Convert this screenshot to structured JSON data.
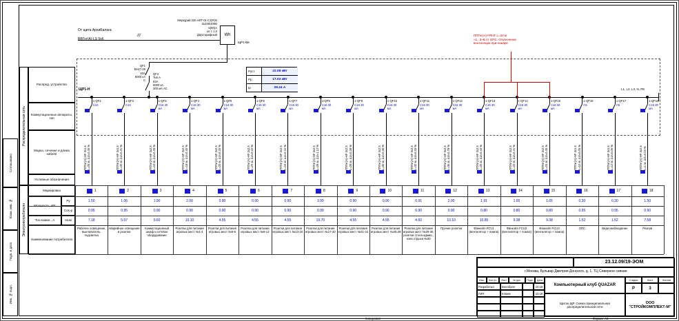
{
  "accent": {
    "blue": "#0008c8",
    "red": "#c80000",
    "mark_blue": "#1a1acc"
  },
  "incoming": {
    "source_line1": "От щита АрхиБаланс",
    "source_line2": "ВВГнг(А)-LS 5х6",
    "hatch": "///",
    "meter_label": "Меркурий 230 ART-01 CJ(R)N\n3х230/400В\n5(60)А\nкл.т. 1,0\nДвухтарифный",
    "meter_symbol": "Wh",
    "meter_tag": "ЩР1-Вв",
    "qf1_label": "QF1\nВА47-29\n63А\n6000 кА\nС",
    "qf2_label": "QF2\nТип А\n63А\n6000 кА\n300 мА АС",
    "board_tag": "ЩР1-Н",
    "bus_end_tag": "L1, L2, L3, N, PE"
  },
  "power_box": {
    "rows": [
      {
        "label": "Руст",
        "value": "22.08 кВт"
      },
      {
        "label": "Рр",
        "value": "17.02 кВт"
      },
      {
        "label": "Iр",
        "value": "29.24 А"
      }
    ]
  },
  "fire_note": {
    "text": "ППГнг(А)-FRHF  L=20 м\n«1...3»В от ОПС. Отключение\nвентиляции при пожаре"
  },
  "left_labels": {
    "network": "Распределительная сеть",
    "consumers": "Электропотребители",
    "rows": [
      "Распред. устройство",
      "Коммутационные аппараты, тип",
      "Марка, сечение и длина кабеля",
      "Условные обозначения"
    ]
  },
  "table": {
    "row_labels": {
      "marking": "Маркировка",
      "power": "Мощность, кВт",
      "p_sub": "Ру",
      "cos_sub": "Cos φ",
      "current": "Ток номин., А",
      "i_sub": "Iном",
      "name": "Наименование потребителя"
    }
  },
  "circuits": [
    {
      "qf": "1-QF1",
      "rating": "С10",
      "cable": "ППГнг(А)-HF 3х1,5",
      "len": "L=25 м, ΔU=0,45 %",
      "mark": "1",
      "p": "1.50",
      "cos": "0.95",
      "i": "7.18",
      "name": "Рабочее освещение, выключатель, подсветка"
    },
    {
      "qf": "1-QF2",
      "rating": "С10",
      "cable": "ППГнг(А)-HF 3х1,5",
      "len": "L=20 м, ΔU=0,31 %",
      "mark": "2",
      "p": "1.06",
      "cos": "0.95",
      "i": "5.07",
      "name": "Аварийное освещение и розетки"
    },
    {
      "qf": "1-QF3",
      "rating": "С16 30 мА",
      "cable": "ППГнг(А)-HF 3х2,5",
      "len": "L=15 м, ΔU=0,33 %",
      "mark": "3",
      "p": "1.90",
      "cos": "0.90",
      "i": "9.60",
      "name": "Коммутационный шкаф и сетевое оборудование"
    },
    {
      "qf": "1-QF4",
      "rating": "С16 30 мА",
      "cable": "ППГнг(А)-HF 3х2,5",
      "len": "L=18 м, ΔU=0,40 %",
      "mark": "4",
      "p": "2.00",
      "cos": "0.90",
      "i": "10.10",
      "name": "Розетки для питания игровых мест №1-4"
    },
    {
      "qf": "1-QF5",
      "rating": "С16 30 мА",
      "cable": "ППГнг(А)-HF 3х2,5",
      "len": "L=20 м, ΔU=0,20 %",
      "mark": "5",
      "p": "0.90",
      "cos": "0.90",
      "i": "4.55",
      "name": "Розетки для питания игровых мест №5-8"
    },
    {
      "qf": "1-QF6",
      "rating": "С16 30 мА",
      "cable": "ППГнг(А)-HF 3х2,5",
      "len": "L=22 м, ΔU=0,22 %",
      "mark": "6",
      "p": "0.90",
      "cos": "0.90",
      "i": "4.55",
      "name": "Розетки для питания игровых мест №9-12"
    },
    {
      "qf": "1-QF7",
      "rating": "С16 30 мА",
      "cable": "ППГнг(А)-HF 3х2,5",
      "len": "L=24 м, ΔU=0,24 %",
      "mark": "7",
      "p": "0.90",
      "cos": "0.90",
      "i": "4.55",
      "name": "Розетки для питания игровых мест №13-16"
    },
    {
      "qf": "1-QF8",
      "rating": "С16 30 мА",
      "cable": "ППГнг(А)-HF 3х2,5",
      "len": "L=26 м, ΔU=1,12 %",
      "mark": "8",
      "p": "3.90",
      "cos": "0.90",
      "i": "19.70",
      "name": "Розетки для питания игровых мест №17-20"
    },
    {
      "qf": "1-QF9",
      "rating": "С16 30 мА",
      "cable": "ППГнг(А)-HF 3х2,5",
      "len": "L=28 м, ΔU=0,28 %",
      "mark": "9",
      "p": "0.90",
      "cos": "0.90",
      "i": "4.55",
      "name": "Розетки для питания игровых мест №21-24"
    },
    {
      "qf": "1-QF10",
      "rating": "С16 30 мА",
      "cable": "ППГнг(А)-HF 3х2,5",
      "len": "L=30 м, ΔU=0,30 %",
      "mark": "10",
      "p": "0.90",
      "cos": "0.90",
      "i": "4.55",
      "name": "Розетки для питания игровых мест №25-28"
    },
    {
      "qf": "1-QF11",
      "rating": "С16 30 мА",
      "cable": "ППГнг(А)-HF 3х2,5",
      "len": "L=32 м, ΔU=0,33 %",
      "mark": "11",
      "p": "0.91",
      "cos": "0.90",
      "i": "4.60",
      "name": "Розетки для питания игровых мест №29-30, розетки стола админ., зона отдыха №30"
    },
    {
      "qf": "1-QF12",
      "rating": "С16 30 мА",
      "cable": "ППГнг(А)-HF 3х2,5",
      "len": "L=35 м, ΔU=0,78 %",
      "mark": "12",
      "p": "2.00",
      "cos": "0.90",
      "i": "10.10",
      "name": "Прочие розетки"
    },
    {
      "qf": "1-QF13",
      "rating": "С16 30 мА",
      "red": true,
      "cable": "ППГнг(А)-HF 3х2,5",
      "len": "L=20 м, ΔU=0,43 %",
      "mark": "13",
      "p": "1.91",
      "cos": "0.80",
      "i": "10.85",
      "name": "Фанкойл FCU1 (вентилятор + помпа)"
    },
    {
      "qf": "1-QF14",
      "rating": "С16 30 мА",
      "red": true,
      "cable": "ППГнг(А)-HF 3х2,5",
      "len": "L=22 м, ΔU=0,41 %",
      "mark": "14",
      "p": "1.65",
      "cos": "0.80",
      "i": "9.38",
      "name": "Фанкойл FCU2 (вентилятор + помпа)"
    },
    {
      "qf": "1-QF15",
      "rating": "С16 30 мА",
      "red": true,
      "cable": "ППГнг(А)-HF 3х2,5",
      "len": "L=24 м, ΔU=0,45 %",
      "mark": "15",
      "p": "1.65",
      "cos": "0.80",
      "i": "9.38",
      "name": "Фанкойл FCU3 (вентилятор + помпа)"
    },
    {
      "qf": "1-QF16",
      "rating": "С6",
      "cable": "ППГнг(А)-HF 3х1,5",
      "len": "L=10 м, ΔU=0,05 %",
      "mark": "16",
      "p": "0.30",
      "cos": "0.95",
      "i": "1.52",
      "name": "ОПС"
    },
    {
      "qf": "1-QF17",
      "rating": "С6",
      "cable": "ППГнг(А)-HF 3х1,5",
      "len": "L=12 м, ΔU=0,06 %",
      "mark": "17",
      "p": "0.30",
      "cos": "0.95",
      "i": "1.52",
      "name": "Видеонаблюдение"
    },
    {
      "qf": "1-QF18",
      "rating": "С16 30 мА",
      "cable": "ППГнг(А)-HF 3х2,5",
      "len": "L=1 м, ΔU=0,03 %",
      "mark": "18",
      "p": "1.50",
      "cos": "0.90",
      "i": "7.58",
      "name": "Резерв"
    }
  ],
  "titleblock": {
    "doc_code": "23.12.09/19-ЭОМ",
    "address": "г.Москва, Бульвар Дмитрия Донского, д. 1, ТЦ Северное сияние",
    "project": "Компьютерный клуб QUAZAR",
    "sheet_title": "Щиток ЩР. Схема принципиальная распределительной сети",
    "company": "ООО \"СТРОЙКОМПЛЕКТ-М\"",
    "cols_header": [
      "Изм.",
      "Кол.уч.",
      "Лист",
      "№ док.",
      "Подп.",
      "Дата"
    ],
    "sign_rows": [
      {
        "role": "Разработал",
        "name": "Волобуев",
        "date": "10.19"
      },
      {
        "role": "ГИП",
        "name": "Клюев",
        "date": "10.19"
      }
    ],
    "stage_header": [
      "Стадия",
      "Лист",
      "Листов"
    ],
    "stage": "Р",
    "sheet_no": "3",
    "sheets": ""
  },
  "stamp_left": {
    "items": [
      "Согласовано",
      "Взам. инв. №",
      "Подп. и дата",
      "Инв. № подл."
    ]
  },
  "footer": {
    "copy": "Копировал",
    "format": "Формат А3"
  }
}
